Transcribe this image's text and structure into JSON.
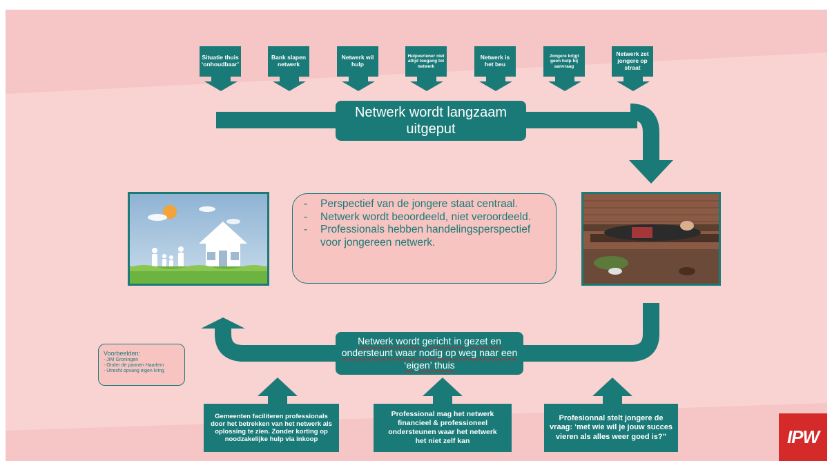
{
  "causes": [
    {
      "label": "Situatie thuis ‘onhoudbaar’"
    },
    {
      "label": "Bank slapen netwerk"
    },
    {
      "label": "Netwerk wil hulp"
    },
    {
      "label": "Hulpverlener niet altijd toegang tot netwerk"
    },
    {
      "label": "Netwerk is het beu"
    },
    {
      "label": "Jongere krijgt geen hulp bij aanvraag"
    },
    {
      "label": "Netwerk zet jongere op straat"
    }
  ],
  "top_flow": {
    "label": "Netwerk wordt langzaam uitgeput"
  },
  "principles": [
    "Perspectief van de jongere staat centraal.",
    "Netwerk wordt beoordeeld, niet veroordeeld.",
    "Professionals hebben handelingsperspectief voor jongereen netwerk."
  ],
  "bottom_flow": {
    "label": "Netwerk wordt gericht in gezet en ondersteunt waar nodig op weg naar een ‘eigen’ thuis"
  },
  "examples": {
    "title": "Voorbeelden:",
    "items": [
      "- JIM Groningen",
      "- Onder de pannen Haarlem",
      "- Utrecht opvang eigen kring"
    ]
  },
  "solutions": [
    {
      "label": "Gemeenten faciliteren professionals door het betrekken van het netwerk als oplossing te zien. Zonder korting op noodzakelijke hulp via inkoop"
    },
    {
      "label": "Professional mag het netwerk financieel & professioneel ondersteunen waar het netwerk het niet zelf kan"
    },
    {
      "label": "Profesionnal stelt jongere de vraag: ‘met wie wil je jouw succes vieren als alles weer goed is?”"
    }
  ],
  "logo": {
    "text": "IPW"
  },
  "colors": {
    "teal": "#1a7a78",
    "background": "#f9d2d2",
    "logo_red": "#d42a2a"
  }
}
